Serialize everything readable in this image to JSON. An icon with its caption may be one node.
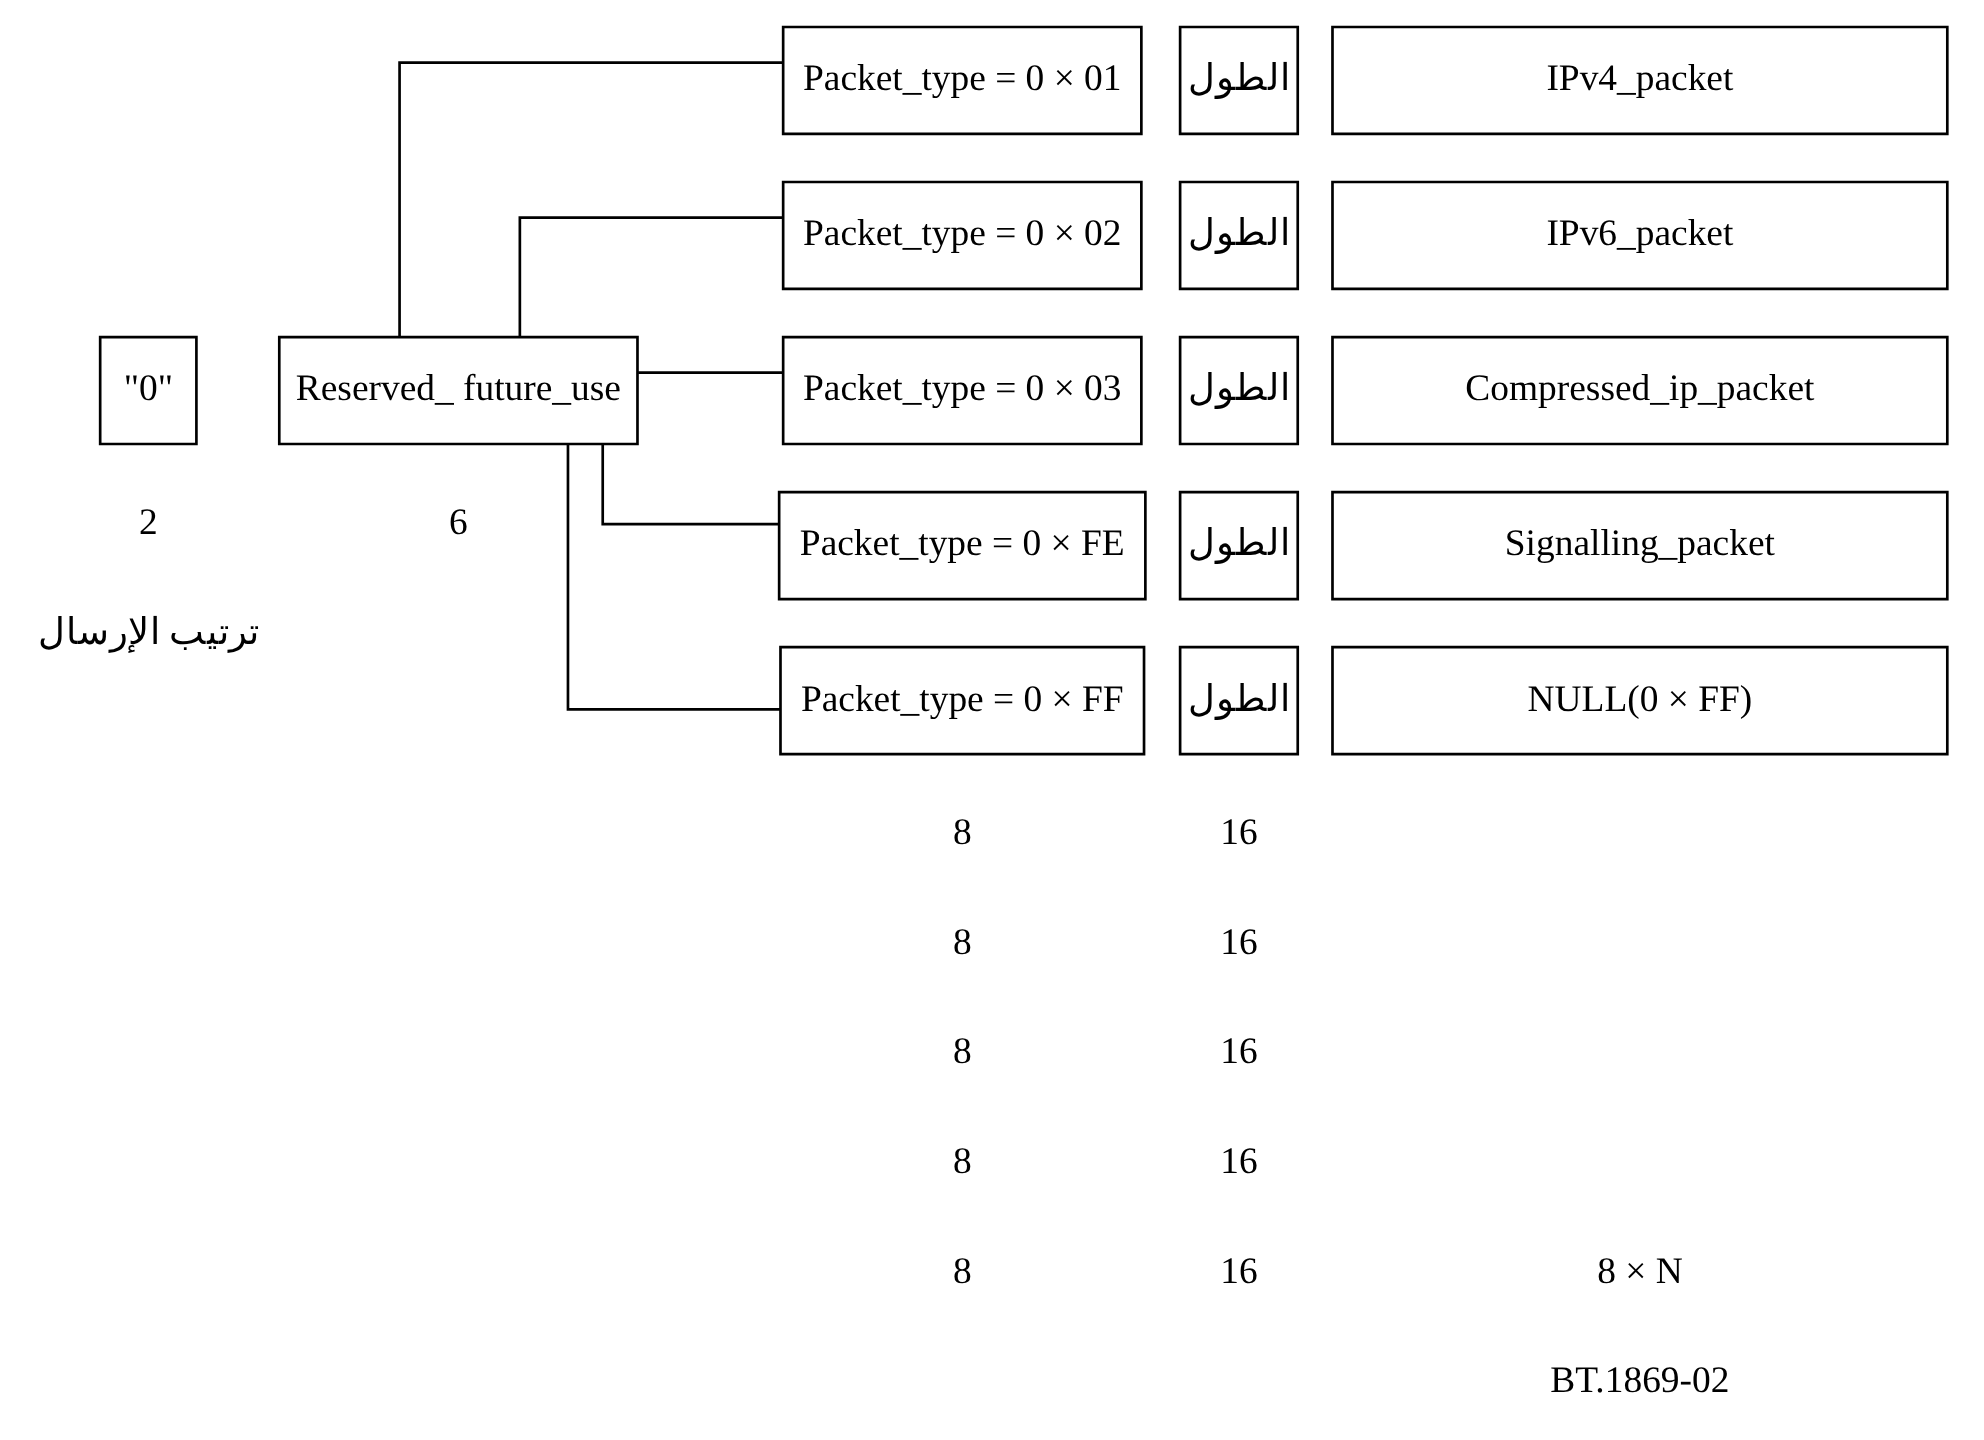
{
  "diagram": {
    "nodes": [
      {
        "text": [
          "\"0\""
        ]
      },
      {
        "text": [
          "Reserved_ future_use"
        ]
      },
      {
        "text": [
          "Packet_type = 0 × 01"
        ]
      },
      {
        "text": [
          "الطول"
        ]
      },
      {
        "text": [
          "IPv4_packet"
        ]
      },
      {
        "text": [
          "Packet_type = 0 × 02"
        ]
      },
      {
        "text": [
          "الطول"
        ]
      },
      {
        "text": [
          "IPv6_packet"
        ]
      },
      {
        "text": [
          "Packet_type = 0 × 03"
        ]
      },
      {
        "text": [
          "الطول"
        ]
      },
      {
        "text": [
          "Compressed_ip_packet"
        ]
      },
      {
        "text": [
          "Packet_type = 0 × FE"
        ]
      },
      {
        "text": [
          "الطول"
        ]
      },
      {
        "text": [
          "Signalling_packet"
        ]
      },
      {
        "text": [
          "Packet_type = 0 × FF"
        ]
      },
      {
        "text": [
          "الطول"
        ]
      },
      {
        "text": [
          "NULL(0 × FF)"
        ]
      }
    ],
    "edges": [
      {
        "from": 1,
        "to": 2,
        "arrow": "none"
      },
      {
        "from": 1,
        "to": 5,
        "arrow": "none"
      },
      {
        "from": 1,
        "to": 8,
        "arrow": "none"
      },
      {
        "from": 1,
        "to": 11,
        "arrow": "none"
      },
      {
        "from": 1,
        "to": 14,
        "arrow": "none"
      }
    ],
    "labels": [
      "8",
      "16",
      "8",
      "16",
      "2",
      "6",
      "ترتيب الإرسال",
      "8",
      "16",
      "8",
      "16",
      "8",
      "16",
      "8 × N",
      "BT.1869-02"
    ]
  }
}
